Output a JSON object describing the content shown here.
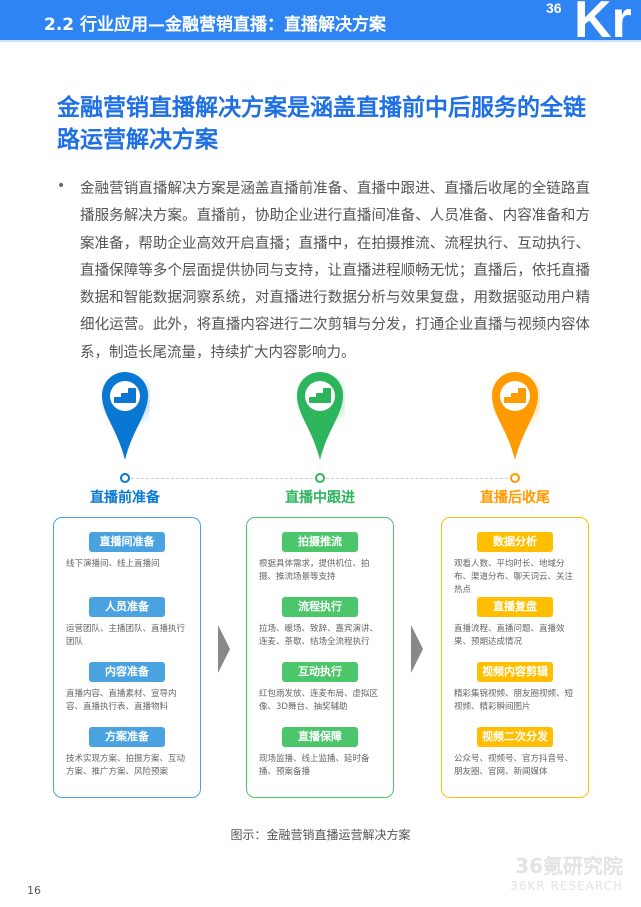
{
  "header": {
    "title": "2.2 行业应用—金融营销直播：直播解决方案",
    "logo": "36Kr"
  },
  "heading": "金融营销直播解决方案是涵盖直播前中后服务的全链路运营解决方案",
  "bullet": "•",
  "paragraph": "金融营销直播解决方案是涵盖直播前准备、直播中跟进、直播后收尾的全链路直播服务解决方案。直播前，协助企业进行直播间准备、人员准备、内容准备和方案准备，帮助企业高效开启直播；直播中，在拍摄推流、流程执行、互动执行、直播保障等多个层面提供协同与支持，让直播进程顺畅无忧；直播后，依托直播数据和智能数据洞察系统，对直播进行数据分析与效果复盘，用数据驱动用户精细化运营。此外，将直播内容进行二次剪辑与分发，打通企业直播与视频内容体系，制造长尾流量，持续扩大内容影响力。",
  "stages": [
    {
      "title": "直播前准备",
      "color": "#4aa3e0",
      "pin_color": "#0a78d2",
      "items": [
        {
          "tag": "直播间准备",
          "desc": "线下演播间、线上直播间"
        },
        {
          "tag": "人员准备",
          "desc": "运营团队、主播团队、直播执行团队"
        },
        {
          "tag": "内容准备",
          "desc": "直播内容、直播素材、宣导内容、直播执行表、直播物料"
        },
        {
          "tag": "方案准备",
          "desc": "技术实现方案、拍摄方案、互动方案、推广方案、风险预案"
        }
      ]
    },
    {
      "title": "直播中跟进",
      "color": "#4cc66a",
      "pin_color": "#2db55d",
      "items": [
        {
          "tag": "拍摄推流",
          "desc": "根据具体需求，提供机位、拍摄、推流场景等支持"
        },
        {
          "tag": "流程执行",
          "desc": "拉场、暖场、致辞、嘉宾演讲、连麦、茶歇、结场全流程执行"
        },
        {
          "tag": "互动执行",
          "desc": "红包雨发放、连麦布局、虚拟区像、3D舞台、抽奖辅助"
        },
        {
          "tag": "直播保障",
          "desc": "现场监播、线上监播、延时备播、预案备播"
        }
      ]
    },
    {
      "title": "直播后收尾",
      "color": "#ffbf00",
      "pin_color": "#ff9a00",
      "items": [
        {
          "tag": "数据分析",
          "desc": "观看人数、平均时长、地域分布、渠道分布、聊天词云、关注热点"
        },
        {
          "tag": "直播复盘",
          "desc": "直播流程、直播问题、直播效果、预期达成情况"
        },
        {
          "tag": "视频内容剪辑",
          "desc": "精彩集锦视频、朋友圈视频、短视频、精彩瞬间图片"
        },
        {
          "tag": "视频二次分发",
          "desc": "公众号、视频号、官方抖音号、朋友圈、官网、新闻媒体"
        }
      ]
    }
  ],
  "caption": "图示：金融营销直播运营解决方案",
  "page_number": "16",
  "watermark": {
    "cn": "36氪研究院",
    "en": "36KR RESEARCH"
  }
}
